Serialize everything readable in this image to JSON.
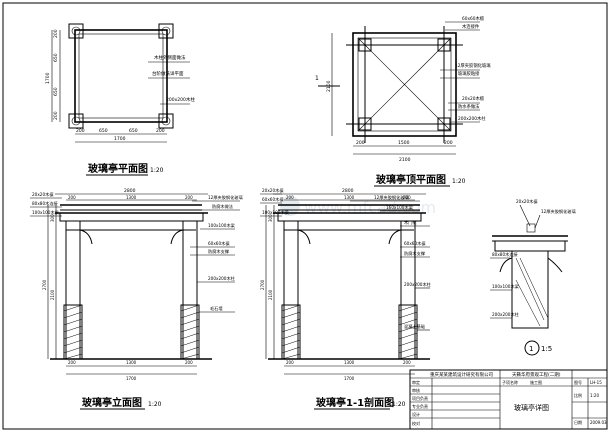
{
  "titles": {
    "plan": "玻璃亭平面图",
    "plan_scale": "1:20",
    "roof": "玻璃亭顶平面图",
    "roof_scale": "1:20",
    "elevation": "玻璃亭立面图",
    "elevation_scale": "1:20",
    "section": "玻璃亭1-1剖面图",
    "section_scale": "1:20",
    "detail_id": "1",
    "detail_scale": "1:5"
  },
  "plan": {
    "callouts": [
      "木柱外侧面做法",
      "台阶做法详平面",
      "200x200木柱"
    ],
    "dims_bottom": [
      "200",
      "650",
      "650",
      "200"
    ],
    "dim_total": "1700",
    "dims_left": [
      "200",
      "650",
      "650",
      "200"
    ],
    "dim_left_total": "1700"
  },
  "roof": {
    "callouts": [
      "60x60木檩",
      "木连接件",
      "12厚夹胶钢化玻璃",
      "玻璃胶粘接",
      "20x20木檩",
      "防水条做法",
      "200x200木柱"
    ],
    "section_mark": "1",
    "dim_total": "2100",
    "dims_bottom": [
      "200",
      "1500",
      "200"
    ],
    "dim_left_total": "2100"
  },
  "elevation": {
    "callouts_left": [
      "20x20木檩",
      "80x80木连接",
      "100x100木梁"
    ],
    "callouts_right": [
      "12厚夹胶钢化玻璃",
      "防腐木做法",
      "100x100木梁",
      "60x60木檩",
      "防腐木支撑",
      "200x200木柱",
      "毛石墙"
    ],
    "dim_top": "2800",
    "dims_top2": [
      "200",
      "1300",
      "200"
    ],
    "dims_left": [
      "300",
      "2100"
    ],
    "dim_left_total": "2700",
    "dims_bottom": [
      "200",
      "1300",
      "200"
    ],
    "dim_bottom_total": "1700"
  },
  "section": {
    "callouts_left": [
      "20x20木檩",
      "60x60木檩",
      "100x100木梁"
    ],
    "callouts_right": [
      "12厚夹胶钢化玻璃",
      "160x100木梁",
      "木门框",
      "60x60木檩",
      "防腐木支撑",
      "200x200木柱",
      "混凝土基础"
    ],
    "dim_top": "2800",
    "dims_top2": [
      "200",
      "1300",
      "200"
    ],
    "dims_left": [
      "300",
      "2100"
    ],
    "dim_left_total": "2700",
    "dims_bottom": [
      "200",
      "1300",
      "200"
    ],
    "dim_bottom_total": "1700"
  },
  "detail": {
    "callouts": [
      "20x20木檩",
      "12厚夹胶钢化玻璃",
      "80x80木连接",
      "100x100木梁",
      "200x200木柱"
    ]
  },
  "titleblock": {
    "company": "重庆某某建筑设计研究有限公司",
    "project": "天籁华府景观工程(二期)",
    "sheet_no_label": "图号",
    "sheet_no": "LH-15",
    "drawing_title": "玻璃亭详图",
    "scale_label": "比例",
    "scale_value": "1:20",
    "date_label": "日期",
    "date_value": "2009.03",
    "rows": [
      "审定",
      "审核",
      "项目负责",
      "专业负责",
      "设计",
      "校对"
    ],
    "stage_label": "子项名称",
    "stage_value": "施工图"
  },
  "watermark": "www.mfcad.com"
}
